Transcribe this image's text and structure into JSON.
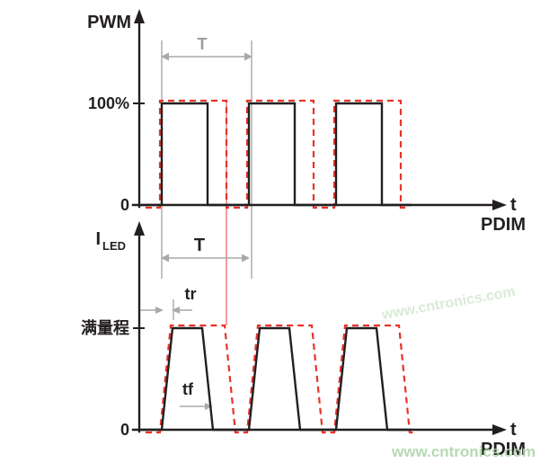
{
  "colors": {
    "line_black": "#231f20",
    "line_red": "#e8332a",
    "marker_gray": "#a7a9ac",
    "watermark_green": "#a9d4a4",
    "background": "#ffffff"
  },
  "top_plot": {
    "y_axis_label": "PWM",
    "level_100_label": "100%",
    "zero_label": "0",
    "period_label": "T",
    "x_axis_label": "t",
    "x_axis_sublabel": "PDIM"
  },
  "bottom_plot": {
    "y_axis_label_main": "I",
    "y_axis_label_sub": "LED",
    "full_scale_label": "满量程",
    "zero_label": "0",
    "period_label": "T",
    "rise_time_label": "tr",
    "fall_time_label": "tf",
    "x_axis_label": "t",
    "x_axis_sublabel": "PDIM"
  },
  "watermark": {
    "text": "www.cntronics.com"
  }
}
